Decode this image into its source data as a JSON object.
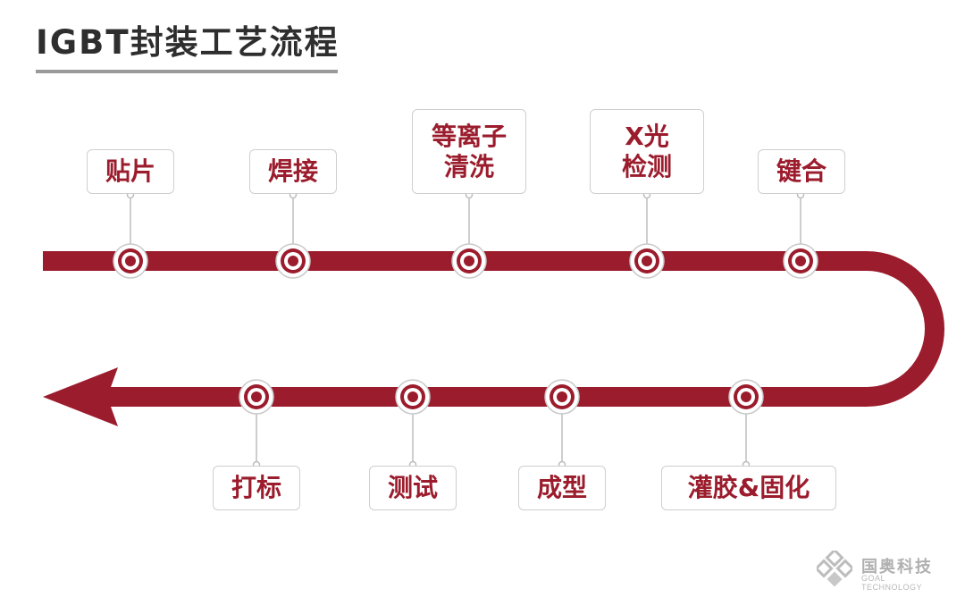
{
  "title": "IGBT封装工艺流程",
  "colors": {
    "accent": "#9b1c2c",
    "border": "#cfcfcf",
    "title": "#2e2e2e"
  },
  "steps": [
    {
      "label": "贴片"
    },
    {
      "label": "焊接"
    },
    {
      "label": "等离子\n清洗"
    },
    {
      "label": "X光\n检测"
    },
    {
      "label": "键合"
    },
    {
      "label": "灌胶&固化"
    },
    {
      "label": "成型"
    },
    {
      "label": "测试"
    },
    {
      "label": "打标"
    }
  ],
  "logo": {
    "name": "国奥科技",
    "subtitle": "GOAL TECHNOLOGY",
    "icon": "diamond-cluster-logo-icon"
  }
}
